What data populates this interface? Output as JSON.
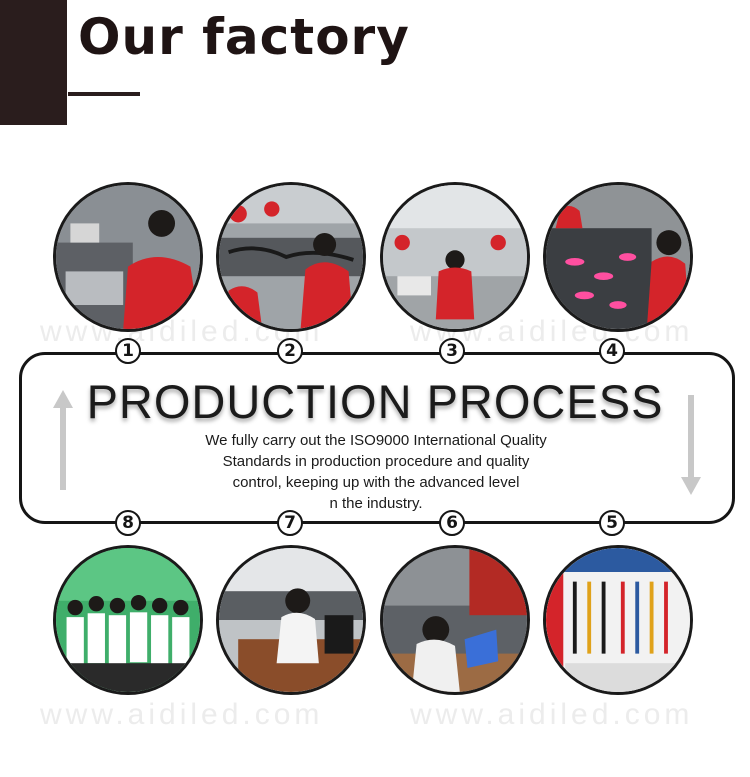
{
  "header": {
    "title": "Our factory"
  },
  "watermark": "www.aidiled.com",
  "process": {
    "heading": "PRODUCTION  PROCESS",
    "description_lines": [
      "We fully carry out the ISO9000 International Quality",
      "Standards in production procedure and quality",
      "control, keeping up with the advanced level",
      "n the industry."
    ]
  },
  "steps": {
    "top": [
      "1",
      "2",
      "3",
      "4"
    ],
    "bottom": [
      "8",
      "7",
      "6",
      "5"
    ]
  },
  "colors": {
    "dark": "#2a1d1d",
    "uniform_red": "#d4242a",
    "arrow_gray": "#c8c8c8"
  }
}
